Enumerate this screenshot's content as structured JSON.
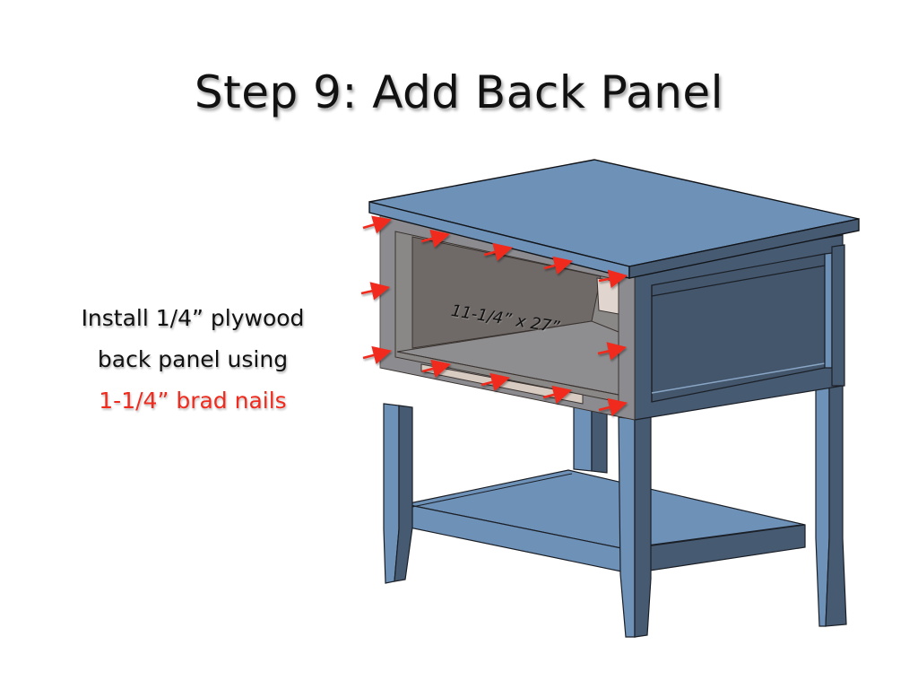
{
  "title": "Step 9: Add Back Panel",
  "instruction": {
    "line1": "Install 1/4” plywood",
    "line2": "back panel using",
    "line3": "1-1/4” brad nails"
  },
  "diagram": {
    "subject": "nightstand-3d-model",
    "panel_dimension_label": "11-1/4” x 27”",
    "nail_arrow_count": 13,
    "colors": {
      "furniture_light": "#6e91b8",
      "furniture_dark": "#465a72",
      "back_panel": "#8c8c90",
      "interior": "#6f6a68",
      "nail_arrow": "#f02a1d",
      "accent_text": "#f02a1d"
    }
  }
}
